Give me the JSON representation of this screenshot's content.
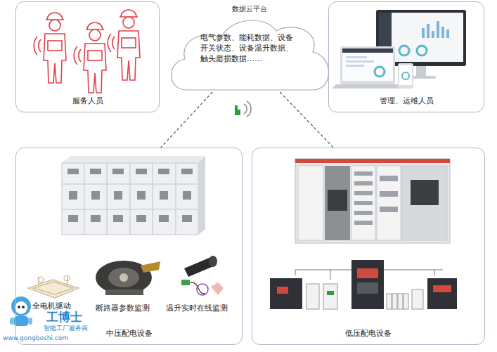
{
  "diagram": {
    "nodes": [
      {
        "text": [
          "服务人员"
        ]
      },
      {
        "text": [
          "数据云平台",
          "电气参数、能耗数据、设备开关状态、设备温升数据、触头磨损数据……"
        ]
      },
      {
        "text": [
          "管理、运维人员"
        ]
      },
      {
        "text": [
          "中压配电设备"
        ]
      },
      {
        "text": [
          "低压配电设备"
        ]
      }
    ],
    "edges": [
      {
        "from": 1,
        "to": 3,
        "arrow": "none"
      },
      {
        "from": 1,
        "to": 4,
        "arrow": "none"
      }
    ],
    "labels": [
      "全电机驱动",
      "断路器参数监测",
      "温升实时在线监测",
      "工博士",
      "智能工厂服务商",
      "www.gongboshi.com"
    ]
  }
}
